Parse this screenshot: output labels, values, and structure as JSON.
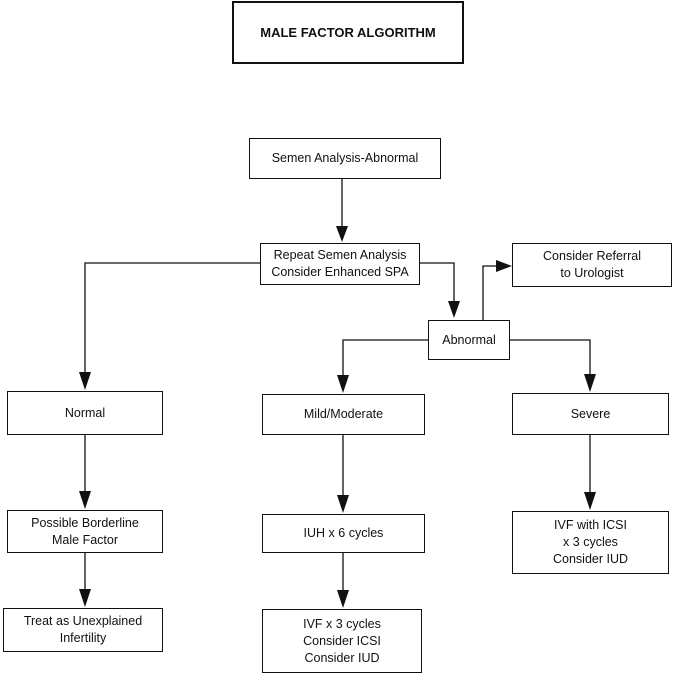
{
  "title": "MALE FACTOR ALGORITHM",
  "nodes": {
    "semen_analysis": [
      "Semen Analysis-Abnormal"
    ],
    "repeat": [
      "Repeat Semen Analysis",
      "Consider Enhanced SPA"
    ],
    "referral": [
      "Consider Referral",
      "to Urologist"
    ],
    "abnormal": [
      "Abnormal"
    ],
    "normal": [
      "Normal"
    ],
    "mild": [
      "Mild/Moderate"
    ],
    "severe": [
      "Severe"
    ],
    "borderline": [
      "Possible Borderline",
      "Male Factor"
    ],
    "iuh": [
      "IUH x 6 cycles"
    ],
    "ivf_icsi": [
      "IVF with ICSI",
      "x 3 cycles",
      "Consider IUD"
    ],
    "unexplained": [
      "Treat as Unexplained",
      "Infertility"
    ],
    "ivf_3": [
      "IVF x 3 cycles",
      "Consider ICSI",
      "Consider IUD"
    ]
  }
}
